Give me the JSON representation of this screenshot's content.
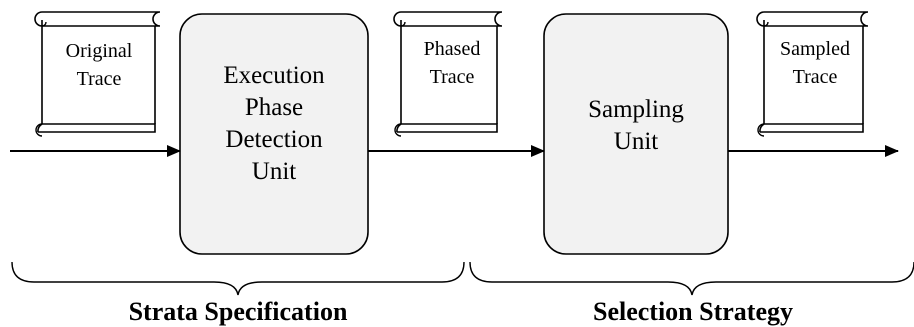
{
  "scrolls": {
    "input": {
      "lines": [
        "Original",
        "Trace"
      ]
    },
    "phased": {
      "lines": [
        "Phased",
        "Trace"
      ]
    },
    "output": {
      "lines": [
        "Sampled",
        "Trace"
      ]
    }
  },
  "units": {
    "phase_detection": {
      "lines": [
        "Execution",
        "Phase",
        "Detection",
        "Unit"
      ]
    },
    "sampling": {
      "lines": [
        "Sampling",
        "Unit"
      ]
    }
  },
  "groups": {
    "strata": {
      "label": "Strata Specification"
    },
    "selection": {
      "label": "Selection Strategy"
    }
  }
}
